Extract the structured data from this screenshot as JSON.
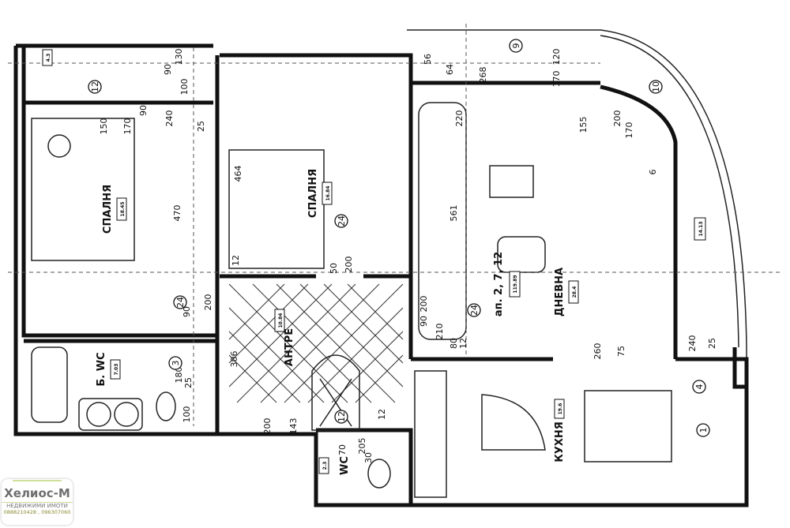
{
  "rooms": [
    {
      "name": "СПАЛНЯ",
      "area": "18.45"
    },
    {
      "name": "СПАЛНЯ",
      "area": "16.84"
    },
    {
      "name": "ДНЕВНА",
      "area": "28.4"
    },
    {
      "name": "АНТРЕ",
      "area": "10.84"
    },
    {
      "name": "Б. WC",
      "area": "7.03"
    },
    {
      "name": "КУХНЯ",
      "area": "19.6"
    },
    {
      "name": "WC",
      "area": "2.3"
    },
    {
      "name": "",
      "area": "4.3"
    },
    {
      "name": "",
      "area": "14.13"
    }
  ],
  "apartment": {
    "label": "ап. 2, 7, 12",
    "area": "119.89"
  },
  "dimensions": [
    "56",
    "64",
    "268",
    "120",
    "170",
    "90",
    "130",
    "100",
    "150",
    "170",
    "90",
    "240",
    "25",
    "200",
    "170",
    "155",
    "464",
    "470",
    "561",
    "200",
    "50",
    "12",
    "12",
    "200",
    "90",
    "306",
    "200",
    "90",
    "180",
    "25",
    "100",
    "200",
    "143",
    "70",
    "205",
    "30",
    "12",
    "80",
    "210",
    "260",
    "75",
    "240",
    "25",
    "220",
    "6"
  ],
  "axis_markers": [
    "12",
    "9",
    "10",
    "24",
    "24",
    "24",
    "3",
    "4",
    "1",
    "12"
  ],
  "logo": {
    "name": "Хелиос-М",
    "subtitle": "НЕДВИЖИМИ ИМОТИ",
    "phones": "0888210428 , 096307060"
  }
}
